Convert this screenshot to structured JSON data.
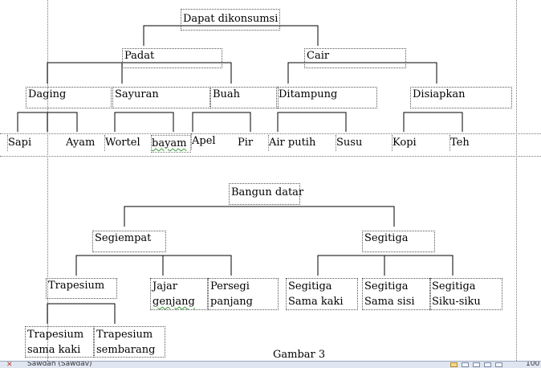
{
  "tree1": {
    "root": "Dapat dikonsumsi",
    "solid": "Padat",
    "liquid": "Cair",
    "meat": "Daging",
    "vegetables": "Sayuran",
    "fruit": "Buah",
    "stored": "Ditampung",
    "prepared": "Disiapkan",
    "leaves": [
      "Sapi",
      "Ayam",
      "Wortel",
      "bayam",
      "Apel",
      "Pir",
      "Air putih",
      "Susu",
      "Kopi",
      "Teh"
    ]
  },
  "tree2": {
    "root": "Bangun datar",
    "quad": "Segiempat",
    "tri": "Segitiga",
    "trapezoid": "Trapesium",
    "parallelogram": [
      "Jajar",
      "genjang"
    ],
    "rectangle": [
      "Persegi",
      "panjang"
    ],
    "isosceles": [
      "Segitiga",
      "Sama kaki"
    ],
    "equilateral": [
      "Segitiga",
      "Sama sisi"
    ],
    "right": [
      "Segitiga",
      "Siku-siku"
    ],
    "isoTrap": [
      "Trapesium",
      "sama kaki"
    ],
    "scaleneTrap": [
      "Trapesium",
      "sembarang"
    ]
  },
  "caption": "Gambar 3",
  "statusbar": {
    "close_glyph": "✕",
    "label": "Sawdah (Sawdav)",
    "zoom": "100"
  }
}
